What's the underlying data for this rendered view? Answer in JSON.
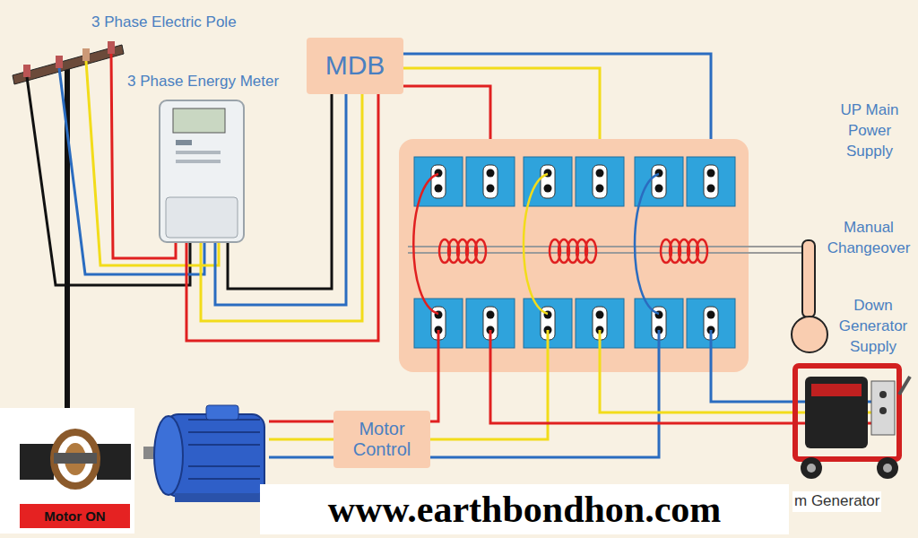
{
  "diagram": {
    "nodes": [
      {
        "text": [
          "MDB"
        ]
      },
      {
        "text": [
          "Motor Control"
        ]
      },
      {
        "text": [
          "Motor ON"
        ]
      },
      {
        "text": [
          "www.earthbondhon.com"
        ]
      }
    ],
    "labels": [
      "3 Phase Electric Pole",
      "3 Phase Energy Meter",
      "UP Main Power Supply",
      "Manual Changeover",
      "Down Generator Supply",
      "m Generator"
    ]
  }
}
